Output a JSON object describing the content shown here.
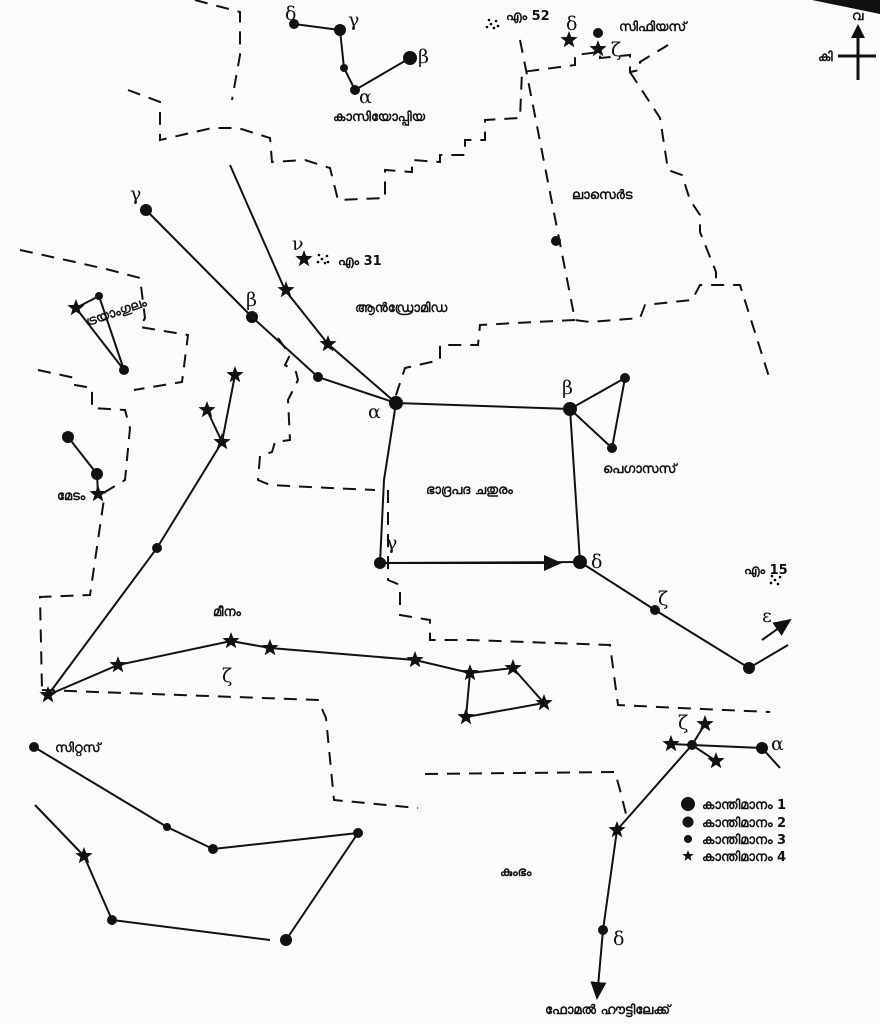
{
  "labels": {
    "cassiopeia": "കാസിയോപ്പിയ",
    "cepheus": "സിഫിയസ്",
    "lacerta": "ലാസെർട",
    "andromeda": "ആൻഡ്രോമിഡ",
    "triangulum": "ട്രയാംഗുലം",
    "pegasus": "പെഗാസസ്",
    "square": "ഭാദ്രപദ ചതുരം",
    "aries": "മേടം",
    "pisces": "മീനം",
    "cetus": "സിറ്റസ്",
    "aquarius": "കുംഭം",
    "fomalhaut": "ഫോമൽ ഹൗട്ടിലേക്ക്",
    "m52": "എം 52",
    "m31": "എം 31",
    "m15": "എം 15"
  },
  "compass": {
    "north": "വ",
    "east": "കി"
  },
  "legend": {
    "mag1": "കാന്തിമാനം 1",
    "mag2": "കാന്തിമാനം 2",
    "mag3": "കാന്തിമാനം 3",
    "mag4": "കാന്തിമാനം 4"
  },
  "greek": {
    "cas_delta": "δ",
    "cas_gamma": "γ",
    "cas_beta": "β",
    "cas_alpha": "α",
    "cep_delta": "δ",
    "cep_zeta": "ζ",
    "and_gamma": "γ",
    "and_nu": "ν",
    "and_beta": "β",
    "and_alpha": "α",
    "peg_beta": "β",
    "peg_gamma": "γ",
    "peg_delta": "δ",
    "peg_zeta": "ζ",
    "peg_epsilon": "ε",
    "psc_zeta": "ζ",
    "aqr_zeta": "ζ",
    "aqr_alpha": "α",
    "aqr_delta": "δ"
  }
}
